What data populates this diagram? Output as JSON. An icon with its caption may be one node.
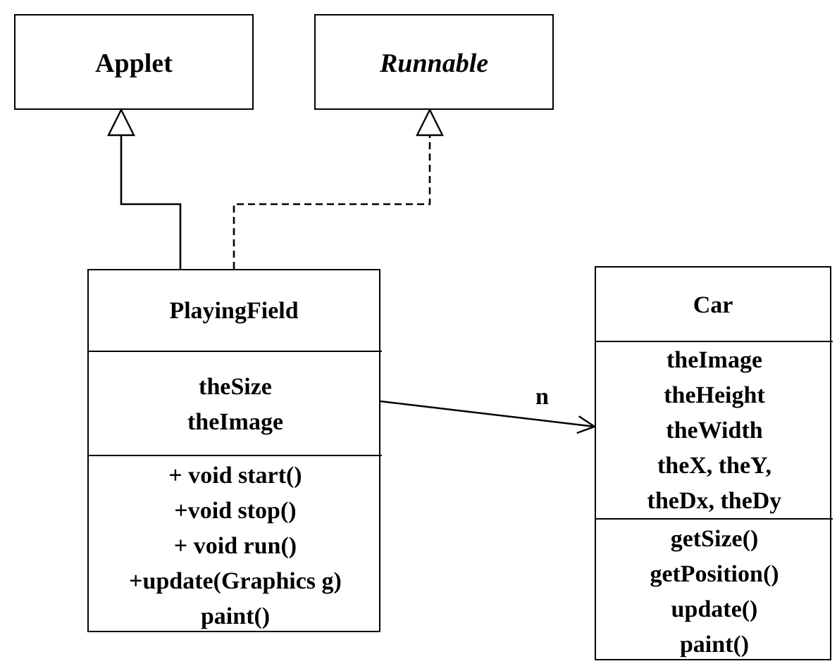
{
  "diagram": {
    "nodes": [
      {
        "text": [
          "Applet"
        ]
      },
      {
        "text": [
          "Runnable"
        ]
      },
      {
        "text": [
          "PlayingField"
        ]
      },
      {
        "text": [
          "theSize",
          "theImage"
        ],
        "in": 2
      },
      {
        "text": [
          "+ void start()",
          "+void stop()",
          "+ void run()",
          "+update(Graphics g)",
          "paint()"
        ],
        "in": 2
      },
      {
        "text": [
          "Car"
        ]
      },
      {
        "text": [
          "theImage",
          "theHeight",
          "theWidth",
          "theX, theY,",
          "theDx, theDy"
        ],
        "in": 5
      },
      {
        "text": [
          "getSize()",
          "getPosition()",
          "update()",
          "paint()"
        ],
        "in": 5
      }
    ],
    "edges": [
      {
        "from": 2,
        "to": 0,
        "arrow": "to"
      },
      {
        "from": 2,
        "to": 1,
        "arrow": "to",
        "style": "dashed"
      },
      {
        "from": 3,
        "to": 6,
        "arrow": "to",
        "label": "n"
      }
    ]
  }
}
